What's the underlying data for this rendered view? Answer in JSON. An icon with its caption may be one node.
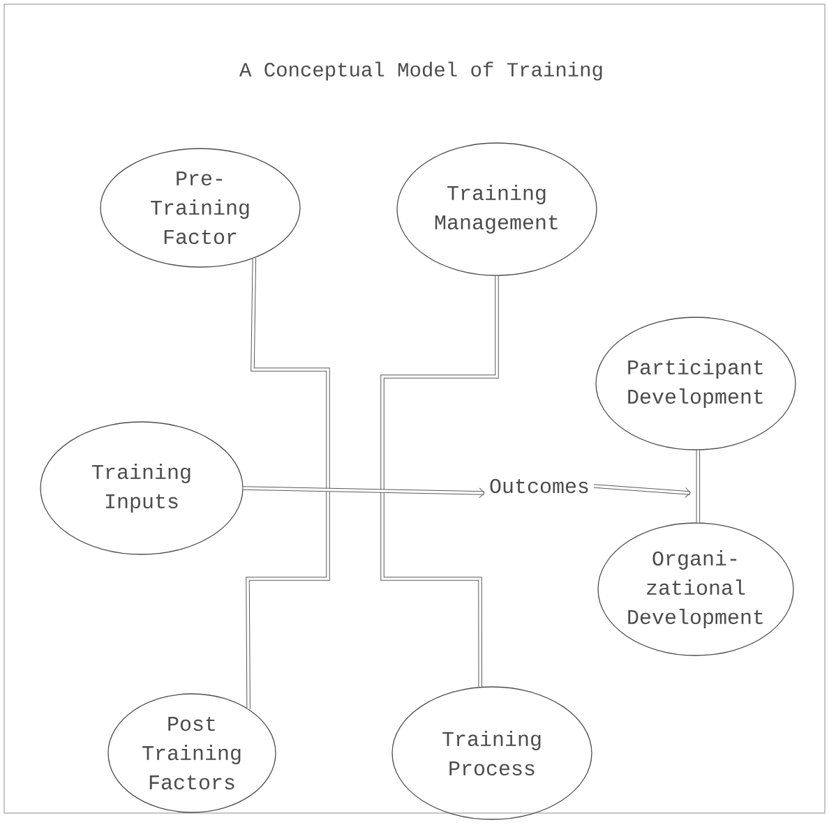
{
  "diagram": {
    "title": "A Conceptual Model of Training",
    "nodes": [
      {
        "text": [
          "Pre- Training Factor"
        ]
      },
      {
        "text": [
          "Training Management"
        ]
      },
      {
        "text": [
          "Participant Development"
        ]
      },
      {
        "text": [
          "Training Inputs"
        ]
      },
      {
        "text": [
          "Outcomes"
        ]
      },
      {
        "text": [
          "Organi- zational Development"
        ]
      },
      {
        "text": [
          "Post Training Factors"
        ]
      },
      {
        "text": [
          "Training Process"
        ]
      }
    ],
    "edges": [
      {
        "from": 0,
        "to": 6,
        "arrow": "none"
      },
      {
        "from": 1,
        "to": 7,
        "arrow": "none"
      },
      {
        "from": 3,
        "to": 4,
        "arrow": "to"
      },
      {
        "from": 4,
        "to": null,
        "arrow": "to"
      },
      {
        "from": 2,
        "to": 5,
        "arrow": "none"
      }
    ]
  }
}
